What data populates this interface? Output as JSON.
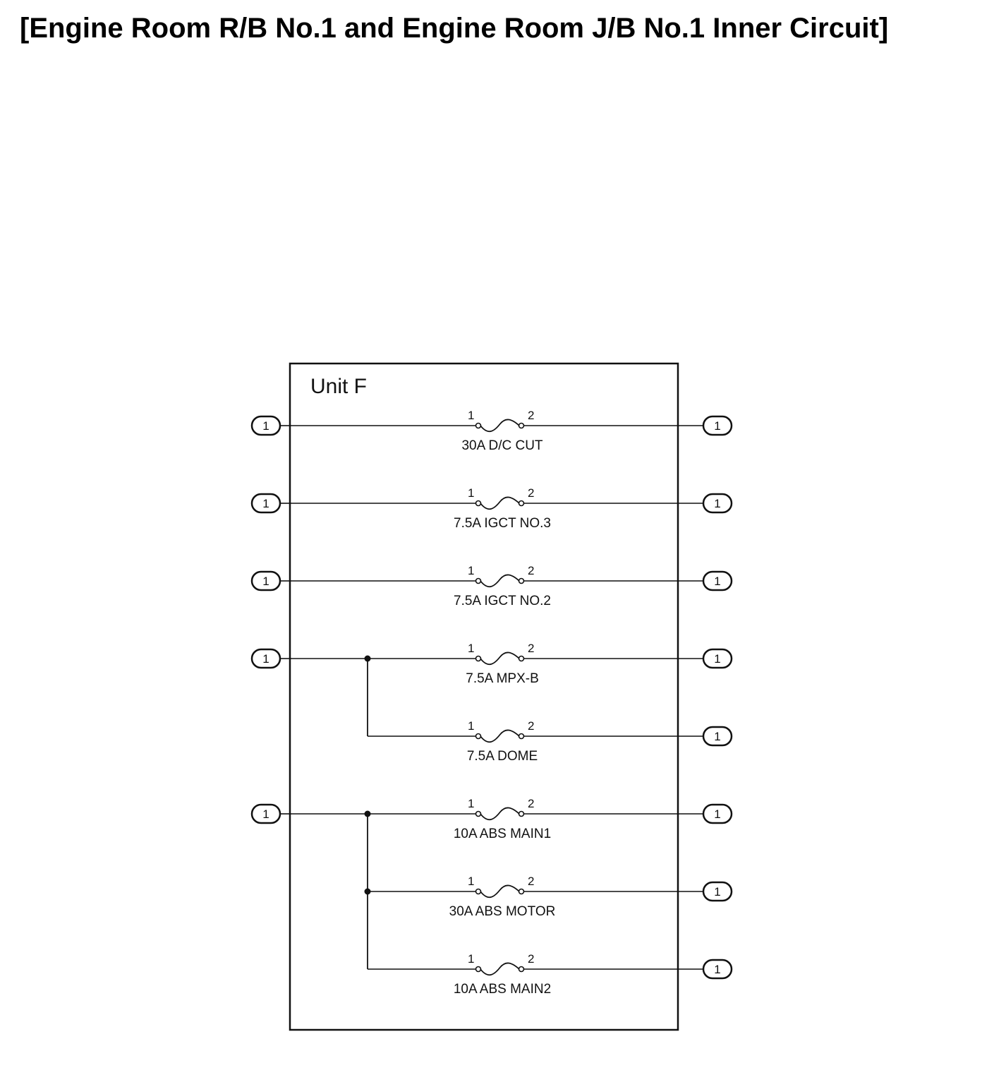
{
  "title": "[Engine Room R/B No.1 and Engine Room J/B No.1 Inner Circuit]",
  "unit_label": "Unit F",
  "colors": {
    "line": "#111111",
    "background": "#ffffff"
  },
  "pin_labels": {
    "left": "1",
    "right": "2"
  },
  "circuits": [
    {
      "fuse": "30A D/C CUT",
      "input": "1",
      "output": "1",
      "input_group": 1
    },
    {
      "fuse": "7.5A IGCT NO.3",
      "input": "1",
      "output": "1",
      "input_group": 2
    },
    {
      "fuse": "7.5A IGCT NO.2",
      "input": "1",
      "output": "1",
      "input_group": 3
    },
    {
      "fuse": "7.5A MPX-B",
      "input": "1",
      "output": "1",
      "input_group": 4
    },
    {
      "fuse": "7.5A DOME",
      "input": "",
      "output": "1",
      "input_group": 4
    },
    {
      "fuse": "10A ABS MAIN1",
      "input": "1",
      "output": "1",
      "input_group": 5
    },
    {
      "fuse": "30A ABS MOTOR",
      "input": "",
      "output": "1",
      "input_group": 5
    },
    {
      "fuse": "10A ABS MAIN2",
      "input": "",
      "output": "1",
      "input_group": 5
    }
  ]
}
